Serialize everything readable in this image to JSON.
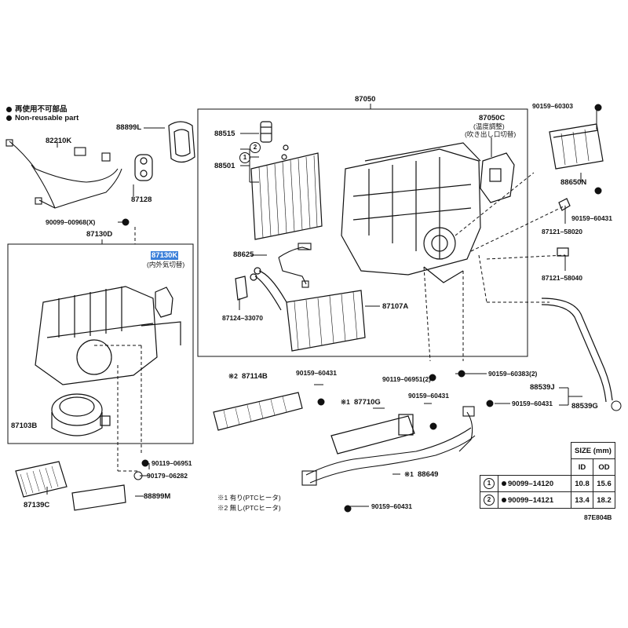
{
  "legend": {
    "jp": "再使用不可部品",
    "en": "Non-reusable part"
  },
  "parts": {
    "p87050": "87050",
    "p90159_60303": "90159–60303",
    "p88899L": "88899L",
    "p82210K": "82210K",
    "p88515": "88515",
    "p88501": "88501",
    "p87050C": "87050C",
    "p87050C_note1": "(温度調整)",
    "p87050C_note2": "(吹き出し口切替)",
    "p88650N": "88650N",
    "p87128": "87128",
    "p90099_00968": "90099–00968(X)",
    "p87130D": "87130D",
    "p87130K": "87130K",
    "p87130K_note": "(内外気切替)",
    "p90159_60431a": "90159–60431",
    "p87121_58020": "87121–58020",
    "p88625": "88625",
    "p87121_58040": "87121–58040",
    "p87107A": "87107A",
    "p87124_33070": "87124–33070",
    "p87114B": "87114B",
    "p90159_60431b": "90159–60431",
    "p90119_06951a": "90119–06951(2)",
    "p90159_60383": "90159–60383(2)",
    "p88539J": "88539J",
    "p87710G": "87710G",
    "p90159_60431c": "90159–60431",
    "p90159_60431d": "90159–60431",
    "p88539G": "88539G",
    "p87103B": "87103B",
    "p90119_06951b": "90119–06951",
    "p90179_06282": "90179–06282",
    "p88649": "88649",
    "p87139C": "87139C",
    "p88899M": "88899M",
    "p90159_60431e": "90159–60431",
    "diagram_code": "87E804B"
  },
  "marks": {
    "star1": "※2",
    "star2": "※1",
    "star3": "※1",
    "circle1": "1",
    "circle2": "2"
  },
  "notes": {
    "n1": "※1 有り(PTCヒータ)",
    "n2": "※2 無し(PTCヒータ)"
  },
  "size_table": {
    "title": "SIZE (mm)",
    "col_id": "ID",
    "col_od": "OD",
    "rows": [
      {
        "mark": "1",
        "part": "90099–14120",
        "id": "10.8",
        "od": "15.6"
      },
      {
        "mark": "2",
        "part": "90099–14121",
        "id": "13.4",
        "od": "18.2"
      }
    ]
  }
}
